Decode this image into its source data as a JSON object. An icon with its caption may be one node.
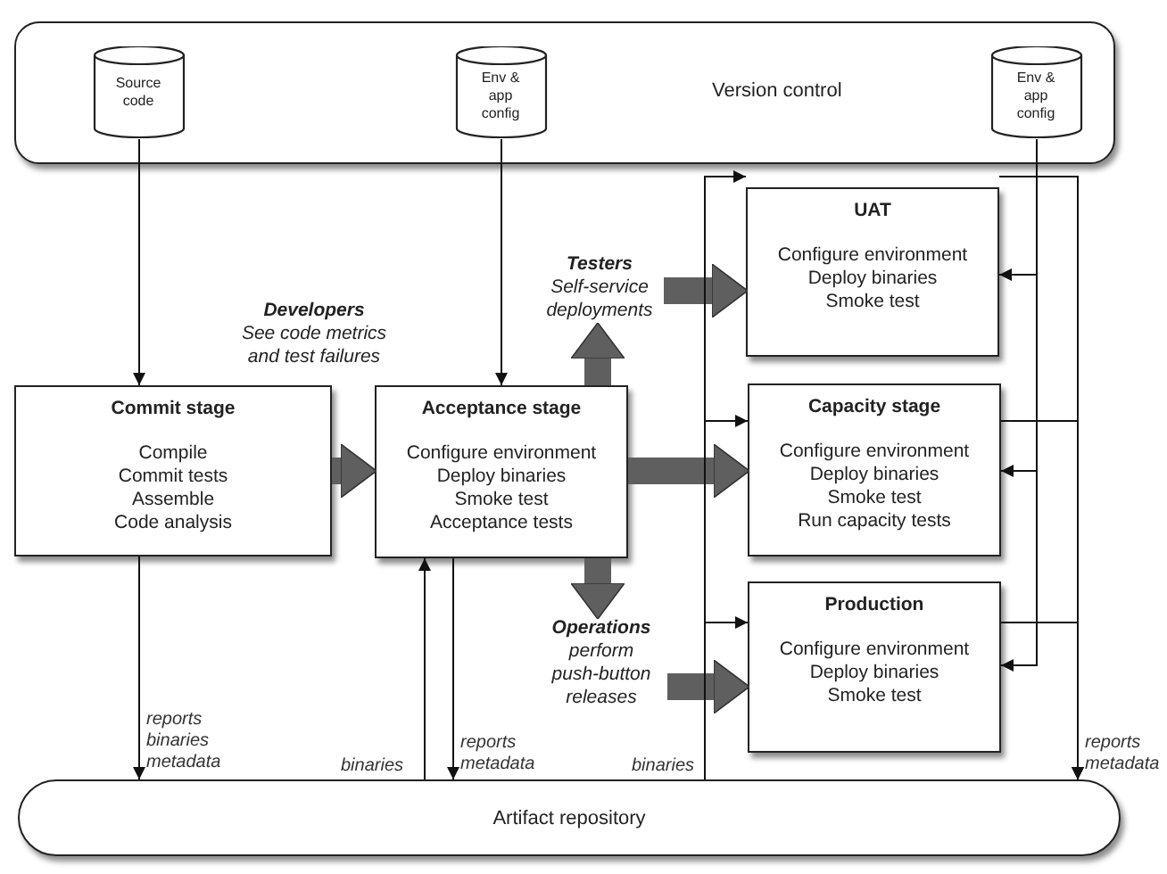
{
  "diagram": {
    "nodes": [
      {
        "text": [
          "Version control"
        ]
      },
      {
        "text": [
          "Source code"
        ],
        "in": 0
      },
      {
        "text": [
          "Env & app config"
        ],
        "in": 0
      },
      {
        "text": [
          "Env & app config"
        ],
        "in": 0
      },
      {
        "text": [
          "Commit stage",
          "Compile",
          "Commit tests",
          "Assemble",
          "Code analysis"
        ]
      },
      {
        "text": [
          "Acceptance stage",
          "Configure environment",
          "Deploy binaries",
          "Smoke test",
          "Acceptance tests"
        ]
      },
      {
        "text": [
          "Testers",
          "Self-service deployments"
        ]
      },
      {
        "text": [
          "UAT",
          "Configure environment",
          "Deploy binaries",
          "Smoke test"
        ]
      },
      {
        "text": [
          "Capacity stage",
          "Configure environment",
          "Deploy binaries",
          "Smoke test",
          "Run capacity tests"
        ]
      },
      {
        "text": [
          "Operations",
          "perform push-button releases"
        ]
      },
      {
        "text": [
          "Production",
          "Configure environment",
          "Deploy binaries",
          "Smoke test"
        ]
      },
      {
        "text": [
          "Artifact repository"
        ]
      }
    ],
    "edges": [
      {
        "from": 1,
        "to": 4,
        "arrow": "to"
      },
      {
        "from": 2,
        "to": 5,
        "arrow": "to"
      },
      {
        "from": 3,
        "to": 7,
        "arrow": "to"
      },
      {
        "from": 3,
        "to": 8,
        "arrow": "to"
      },
      {
        "from": 3,
        "to": 10,
        "arrow": "to"
      },
      {
        "from": 4,
        "to": 5,
        "arrow": "to",
        "style": "thick",
        "color": "#5f5f5f"
      },
      {
        "from": 5,
        "to": 6,
        "arrow": "to",
        "style": "thick",
        "color": "#5f5f5f"
      },
      {
        "from": 6,
        "to": 7,
        "arrow": "to",
        "style": "thick",
        "color": "#5f5f5f"
      },
      {
        "from": 5,
        "to": 8,
        "arrow": "to",
        "style": "thick",
        "color": "#5f5f5f"
      },
      {
        "from": 5,
        "to": 9,
        "arrow": "to",
        "style": "thick",
        "color": "#5f5f5f"
      },
      {
        "from": 9,
        "to": 10,
        "arrow": "to",
        "style": "thick",
        "color": "#5f5f5f"
      },
      {
        "from": 4,
        "to": 11,
        "arrow": "to",
        "label": "reports binaries metadata"
      },
      {
        "from": 11,
        "to": 5,
        "arrow": "to",
        "label": "binaries"
      },
      {
        "from": 5,
        "to": 11,
        "arrow": "to",
        "label": "reports metadata"
      },
      {
        "from": 11,
        "to": 7,
        "arrow": "to",
        "label": "binaries"
      },
      {
        "from": 11,
        "to": 8,
        "arrow": "to"
      },
      {
        "from": 11,
        "to": 10,
        "arrow": "to"
      },
      {
        "from": 7,
        "to": 11,
        "arrow": "to",
        "label": "reports metadata"
      },
      {
        "from": 8,
        "to": 11,
        "arrow": "to"
      },
      {
        "from": 10,
        "to": 11,
        "arrow": "to"
      }
    ],
    "labels": [
      "Developers",
      "See code metrics and test failures"
    ]
  }
}
